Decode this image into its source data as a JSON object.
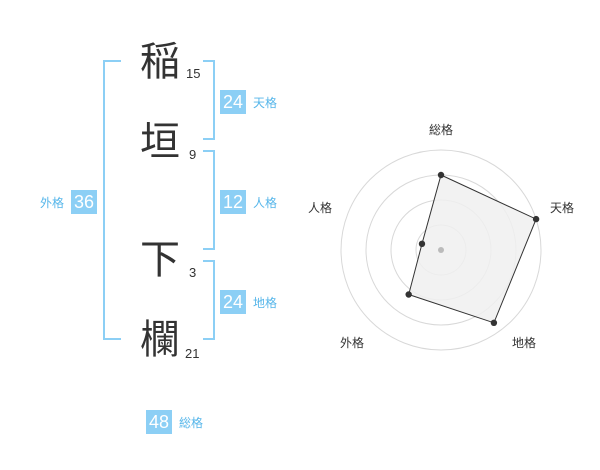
{
  "name_chars": [
    {
      "char": "稲",
      "strokes": "15"
    },
    {
      "char": "垣",
      "strokes": "9"
    },
    {
      "char": "下",
      "strokes": "3"
    },
    {
      "char": "欄",
      "strokes": "21"
    }
  ],
  "fortunes": {
    "tenkaku": {
      "value": "24",
      "label": "天格"
    },
    "jinkaku": {
      "value": "12",
      "label": "人格"
    },
    "chikaku": {
      "value": "24",
      "label": "地格"
    },
    "gaikaku": {
      "value": "36",
      "label": "外格"
    },
    "soukaku": {
      "value": "48",
      "label": "総格"
    }
  },
  "radar": {
    "axes": [
      "総格",
      "天格",
      "地格",
      "外格",
      "人格"
    ],
    "values": [
      0.75,
      1.0,
      0.9,
      0.55,
      0.2
    ],
    "max": 1.0,
    "rings": 4,
    "fill_color": "#f0f0f0",
    "line_color": "#333333"
  },
  "colors": {
    "accent": "#8ccff5",
    "accent_text": "#56b6ea"
  }
}
